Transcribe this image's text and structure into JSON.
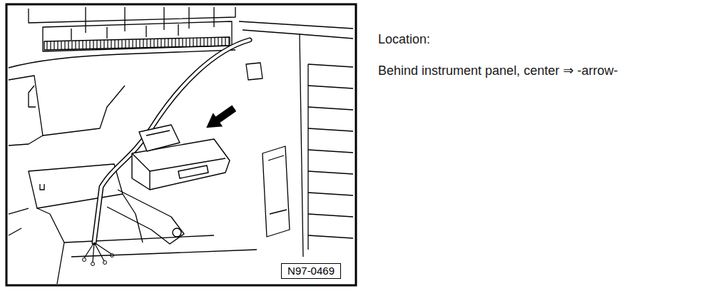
{
  "diagram": {
    "nodes": [
      {
        "text": [
          "N97-0469"
        ]
      }
    ],
    "labels": [
      "Location:",
      "Behind instrument panel, center ⇒ -arrow-"
    ]
  }
}
